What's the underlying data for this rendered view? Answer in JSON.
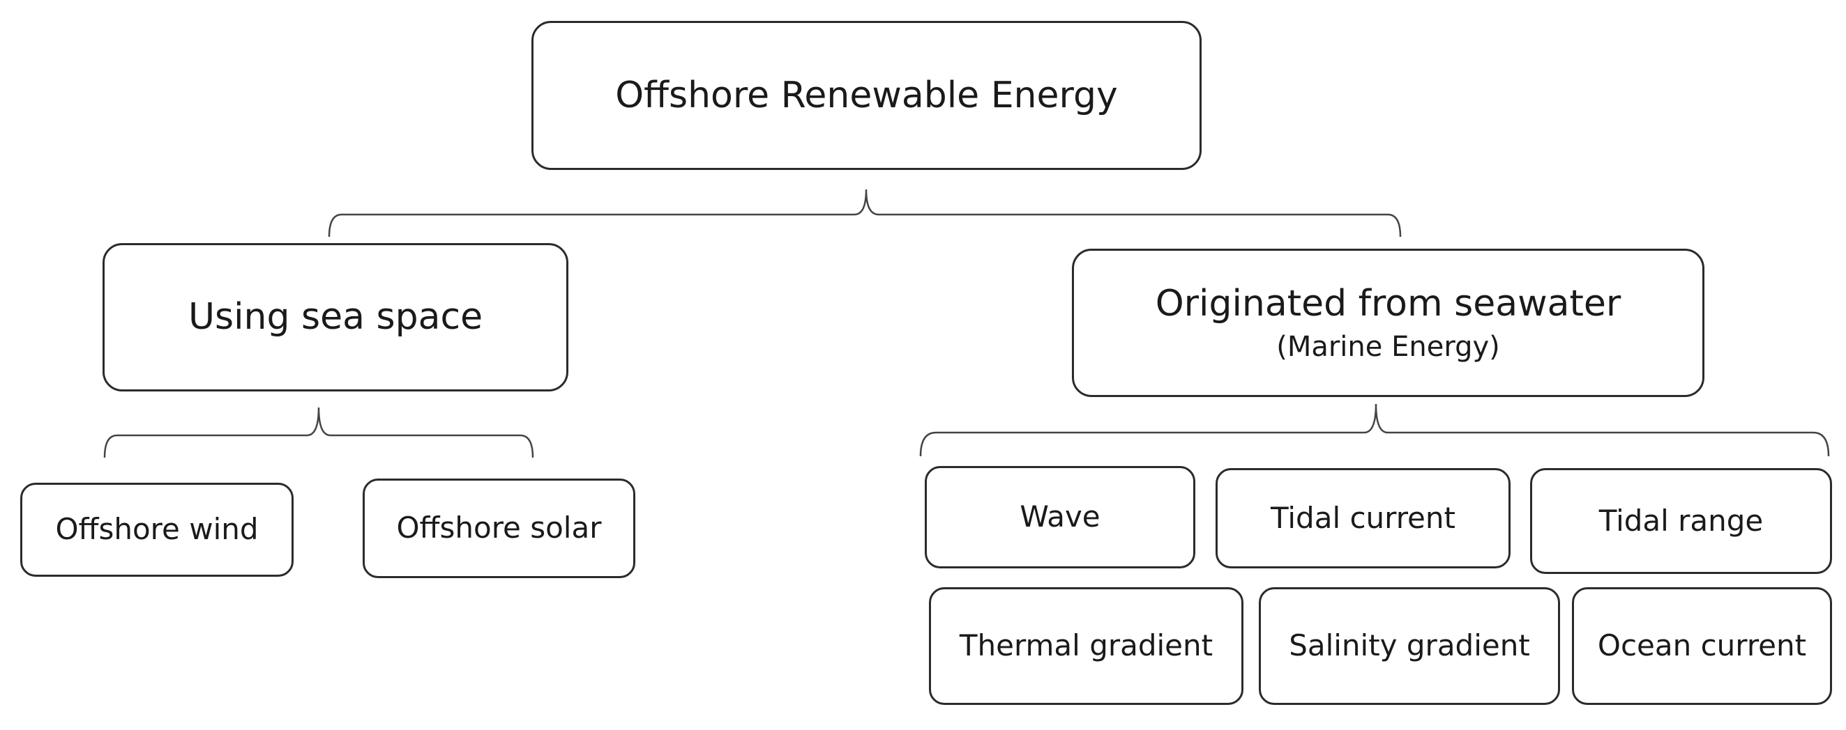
{
  "root": {
    "label": "Offshore Renewable Energy"
  },
  "left_branch": {
    "label": "Using sea space",
    "children": [
      "Offshore wind",
      "Offshore solar"
    ]
  },
  "right_branch": {
    "label": "Originated from seawater",
    "sublabel": "(Marine Energy)",
    "children": [
      "Wave",
      "Tidal current",
      "Tidal range",
      "Thermal gradient",
      "Salinity gradient",
      "Ocean current"
    ]
  }
}
